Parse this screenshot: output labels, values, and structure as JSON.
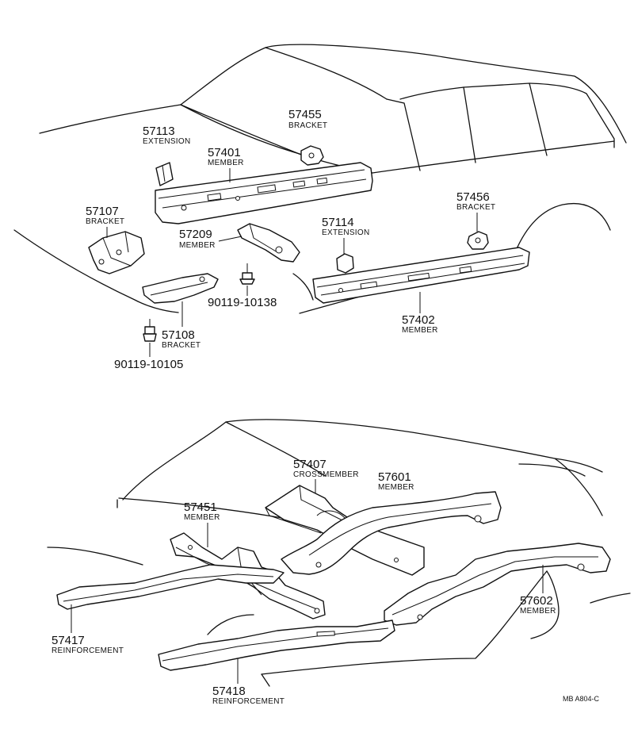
{
  "figure_code": "MB A804-C",
  "parts_top": [
    {
      "id": "p57113",
      "number": "57113",
      "name": "EXTENSION"
    },
    {
      "id": "p57455",
      "number": "57455",
      "name": "BRACKET"
    },
    {
      "id": "p57401",
      "number": "57401",
      "name": "MEMBER"
    },
    {
      "id": "p57107",
      "number": "57107",
      "name": "BRACKET"
    },
    {
      "id": "p57209",
      "number": "57209",
      "name": "MEMBER"
    },
    {
      "id": "p57114",
      "number": "57114",
      "name": "EXTENSION"
    },
    {
      "id": "p57456",
      "number": "57456",
      "name": "BRACKET"
    },
    {
      "id": "p90119a",
      "number": "90119-10138",
      "name": ""
    },
    {
      "id": "p57402",
      "number": "57402",
      "name": "MEMBER"
    },
    {
      "id": "p57108",
      "number": "57108",
      "name": "BRACKET"
    },
    {
      "id": "p90119b",
      "number": "90119-10105",
      "name": ""
    }
  ],
  "parts_bottom": [
    {
      "id": "p57407",
      "number": "57407",
      "name": "CROSSMEMBER"
    },
    {
      "id": "p57601",
      "number": "57601",
      "name": "MEMBER"
    },
    {
      "id": "p57451",
      "number": "57451",
      "name": "MEMBER"
    },
    {
      "id": "p57602",
      "number": "57602",
      "name": "MEMBER"
    },
    {
      "id": "p57417",
      "number": "57417",
      "name": "REINFORCEMENT"
    },
    {
      "id": "p57418",
      "number": "57418",
      "name": "REINFORCEMENT"
    }
  ]
}
